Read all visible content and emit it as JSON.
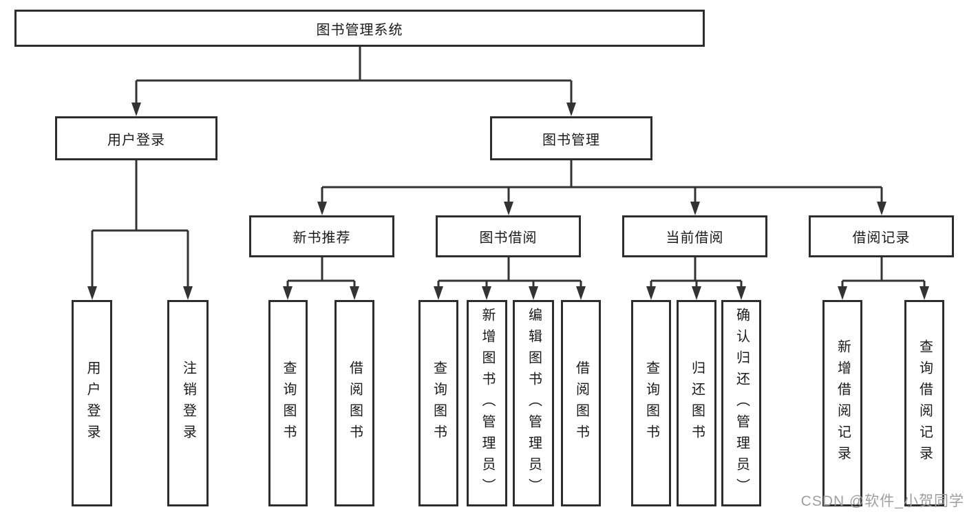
{
  "nodes": {
    "root": "图书管理系统",
    "user_login": "用户登录",
    "book_mgmt": "图书管理",
    "new_book_rec": "新书推荐",
    "book_borrow": "图书借阅",
    "current_borrow": "当前借阅",
    "borrow_record": "借阅记录",
    "leaf_user_login": "用户登录",
    "leaf_logout": "注销登录",
    "leaf_nb_query": "查询图书",
    "leaf_nb_borrow": "借阅图书",
    "leaf_bb_query": "查询图书",
    "leaf_bb_add": "新增图书（管理员）",
    "leaf_bb_edit": "编辑图书（管理员）",
    "leaf_bb_borrow": "借阅图书",
    "leaf_cb_query": "查询图书",
    "leaf_cb_return": "归还图书",
    "leaf_cb_confirm": "确认归还（管理员）",
    "leaf_br_add": "新增借阅记录",
    "leaf_br_query": "查询借阅记录"
  },
  "watermark": "CSDN @软件_小贺同学",
  "colors": {
    "line": "#333333",
    "border": "#2d2d2d",
    "text": "#1a1a1a",
    "watermark": "#9e9e9e"
  }
}
